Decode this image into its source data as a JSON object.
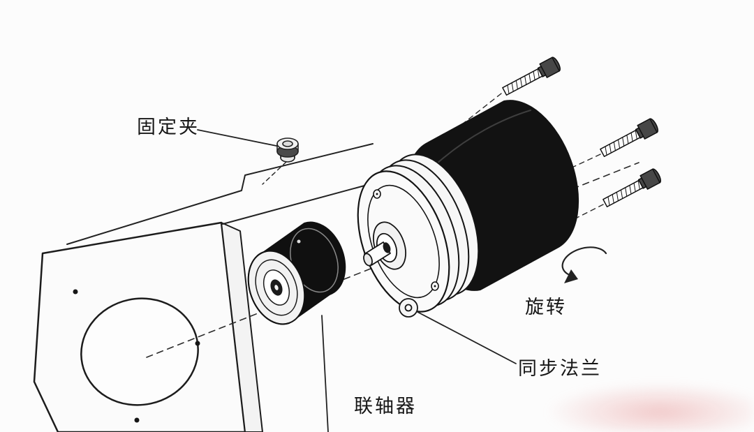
{
  "diagram": {
    "labels": {
      "fixing_clamp": "固定夹",
      "rotation": "旋转",
      "sync_flange": "同步法兰",
      "coupling": "联轴器"
    },
    "colors": {
      "line": "#1c1c1c",
      "body_black": "#111111",
      "background": "#fcfcfc",
      "watermark_pink": "#eaa4a4"
    }
  }
}
